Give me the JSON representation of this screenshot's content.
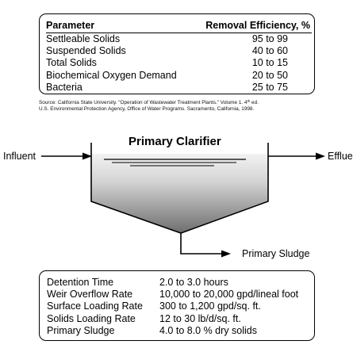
{
  "efficiency_table": {
    "headers": {
      "parameter": "Parameter",
      "efficiency": "Removal Efficiency, %"
    },
    "rows": [
      {
        "parameter": "Settleable Solids",
        "value": "95 to 99"
      },
      {
        "parameter": "Suspended Solids",
        "value": "40 to 60"
      },
      {
        "parameter": "Total Solids",
        "value": "10 to 15"
      },
      {
        "parameter": "Biochemical Oxygen Demand",
        "value": "20 to 50"
      },
      {
        "parameter": "Bacteria",
        "value": "25 to 75"
      }
    ]
  },
  "source": {
    "line1_pre": "Source: California State University. “Operation of Wastewater Treatment Plants.” Volume 1. 4",
    "line1_sup": "th",
    "line1_post": " ed.",
    "line2": "U.S. Environmental Protection Agency, Office of Water Programs. Sacramento, California, 1998."
  },
  "diagram": {
    "title": "Primary Clarifier",
    "influent": "Influent",
    "effluent": "Effluent",
    "sludge": "Primary Sludge"
  },
  "design_table": {
    "rows": [
      {
        "parameter": "Detention Time",
        "value": "2.0 to 3.0 hours"
      },
      {
        "parameter": "Weir Overflow Rate",
        "value": "10,000 to 20,000 gpd/lineal foot"
      },
      {
        "parameter": "Surface Loading Rate",
        "value": "300 to 1,200 gpd/sq. ft."
      },
      {
        "parameter": "Solids Loading Rate",
        "value": "12 to 30 lb/d/sq. ft."
      },
      {
        "parameter": "Primary Sludge",
        "value": "4.0 to 8.0 % dry solids"
      }
    ]
  }
}
